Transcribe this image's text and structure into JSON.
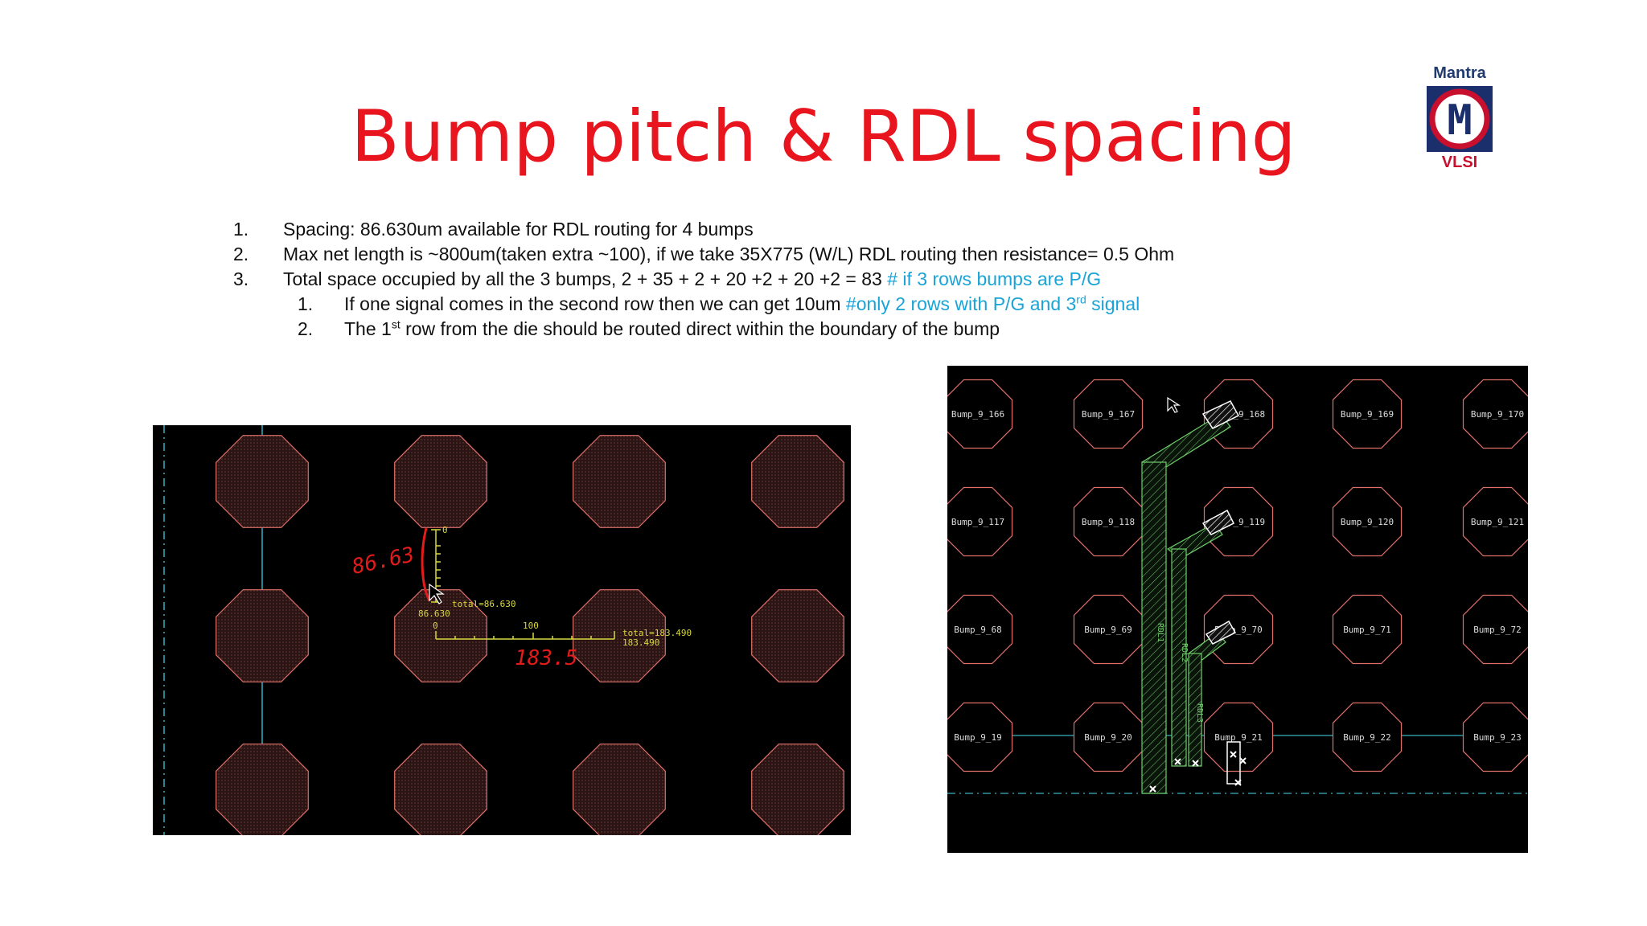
{
  "slide": {
    "title": "Bump pitch & RDL spacing",
    "logo": {
      "top_text": "Mantra",
      "letter": "M",
      "bottom_text": "VLSI"
    },
    "bullets": [
      {
        "num": "1.",
        "text": "Spacing: 86.630um available for RDL routing for 4 bumps"
      },
      {
        "num": "2.",
        "text": "Max net length is ~800um(taken extra ~100), if we take 35X775 (W/L)  RDL routing   then resistance= 0.5 Ohm"
      },
      {
        "num": "3.",
        "text": "Total space occupied by all the 3 bumps, 2 + 35 + 2 + 20 +2 + 20 +2 = 83 ",
        "highlight": "# if  3 rows bumps are P/G"
      },
      {
        "num": "1.",
        "text": "If one signal comes in the second row then we can get 10um ",
        "highlight_a": "#only 2 rows with P/G and 3",
        "sup": "rd",
        "highlight_b": " signal"
      },
      {
        "num": "2.",
        "text_a": "The 1",
        "sup": "st",
        "text_b": " row from the die should be routed direct within the boundary of the bump"
      }
    ]
  },
  "left_figure": {
    "ruler_v": {
      "zero": "0",
      "value": "86.630",
      "total": "total=86.630"
    },
    "ruler_h": {
      "zero": "0",
      "mid": "100",
      "total": "total=183.490",
      "value": "183.490"
    },
    "handwritten_a": "86.63",
    "handwritten_b": "183.5"
  },
  "right_figure": {
    "bump_rows": [
      [
        "Bump_9_166",
        "Bump_9_167",
        "Bump_9_168",
        "Bump_9_169",
        "Bump_9_170"
      ],
      [
        "Bump_9_117",
        "Bump_9_118",
        "Bump_9_119",
        "Bump_9_120",
        "Bump_9_121"
      ],
      [
        "Bump_9_68",
        "Bump_9_69",
        "Bump_9_70",
        "Bump_9_71",
        "Bump_9_72"
      ],
      [
        "Bump_9_19",
        "Bump_9_20",
        "Bump_9_21",
        "Bump_9_22",
        "Bump_9_23"
      ]
    ],
    "rdl_labels": [
      "RDL1",
      "RDL2",
      "RDL3"
    ]
  },
  "colors": {
    "title": "#e8141e",
    "highlight": "#1aa3d6",
    "bump_outline": "#e0706a",
    "ruler": "#d8d840",
    "rdl": "#6fcf6a"
  }
}
